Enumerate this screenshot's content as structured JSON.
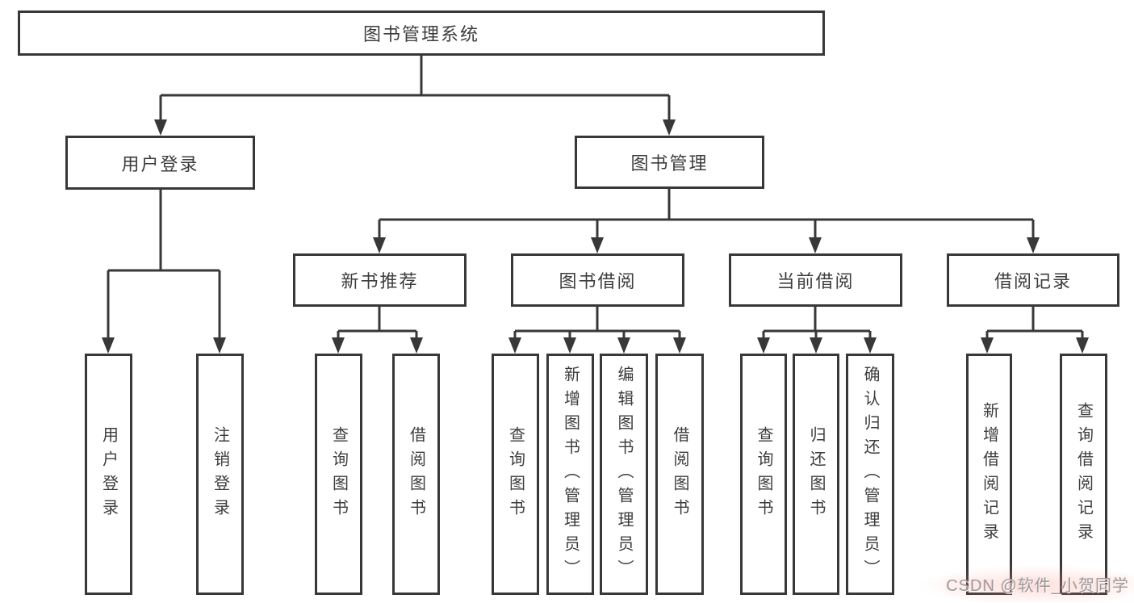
{
  "tree": {
    "root": {
      "label": "图书管理系统"
    },
    "branches": [
      {
        "label": "用户登录",
        "children": [
          {
            "label": "用户登录"
          },
          {
            "label": "注销登录"
          }
        ]
      },
      {
        "label": "图书管理",
        "children": [
          {
            "label": "新书推荐",
            "children": [
              {
                "label": "查询图书"
              },
              {
                "label": "借阅图书"
              }
            ]
          },
          {
            "label": "图书借阅",
            "children": [
              {
                "label": "查询图书"
              },
              {
                "label": "新增图书（管理员）"
              },
              {
                "label": "编辑图书（管理员）"
              },
              {
                "label": "借阅图书"
              }
            ]
          },
          {
            "label": "当前借阅",
            "children": [
              {
                "label": "查询图书"
              },
              {
                "label": "归还图书"
              },
              {
                "label": "确认归还（管理员）"
              }
            ]
          },
          {
            "label": "借阅记录",
            "children": [
              {
                "label": "新增借阅记录"
              },
              {
                "label": "查询借阅记录"
              }
            ]
          }
        ]
      }
    ]
  },
  "watermark": {
    "text": "CSDN @软件_小贺同学"
  },
  "colors": {
    "line": "#383838",
    "text": "#3d3d3d",
    "background": "#ffffff",
    "watermark_gray": "#9a9a9a",
    "watermark_pink": "#f8c9c4"
  }
}
